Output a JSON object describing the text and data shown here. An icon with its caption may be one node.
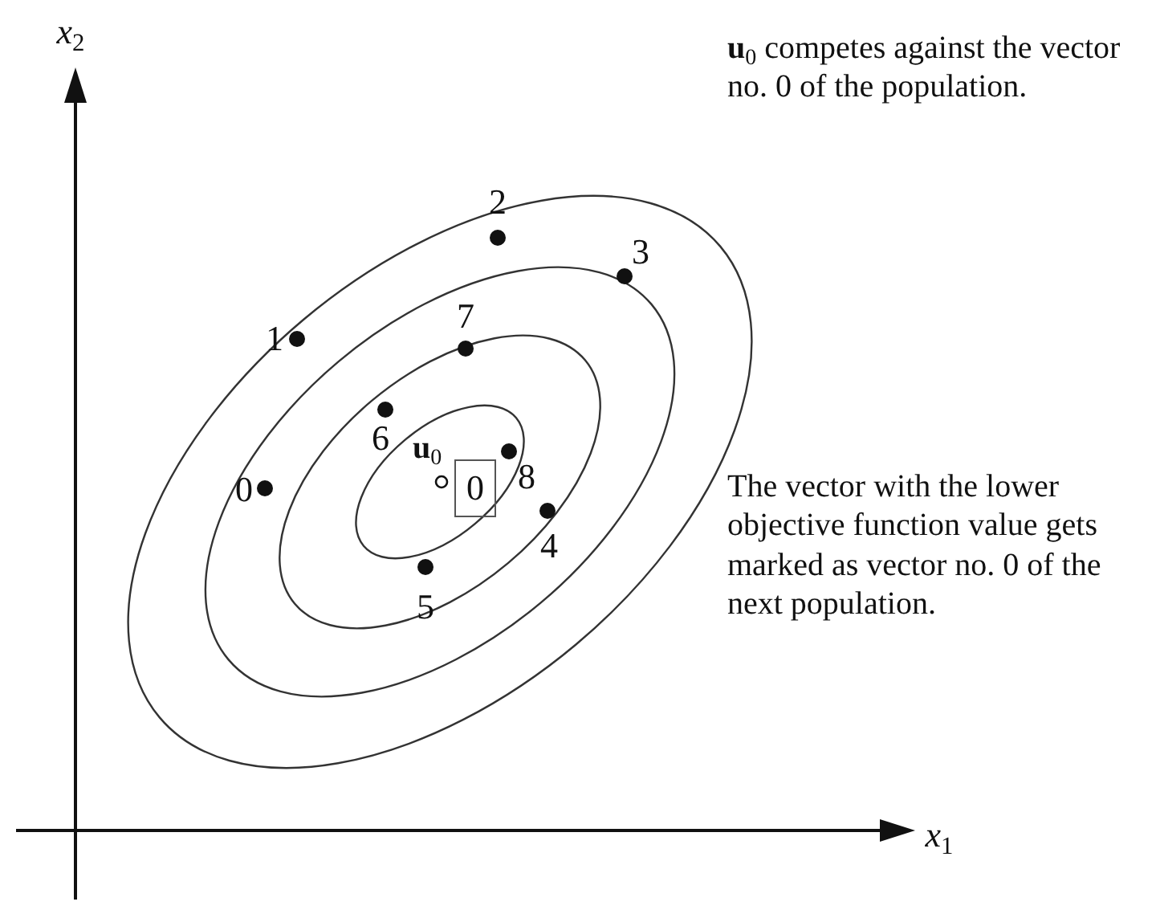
{
  "diagram": {
    "nodes": [
      {
        "text": [
          "0"
        ]
      }
    ],
    "edges": [],
    "labels": [
      "x$_{2}$",
      "**u**$_{0}$ competes against the vector no. 0 of the population.",
      "2",
      "3",
      "1",
      "7",
      "6",
      "**u**$_{0}$",
      "8",
      "0",
      "4",
      "5",
      "The vector with the lower objective function value gets marked as vector no. 0 of the next population.",
      "x$_{1}$"
    ]
  }
}
